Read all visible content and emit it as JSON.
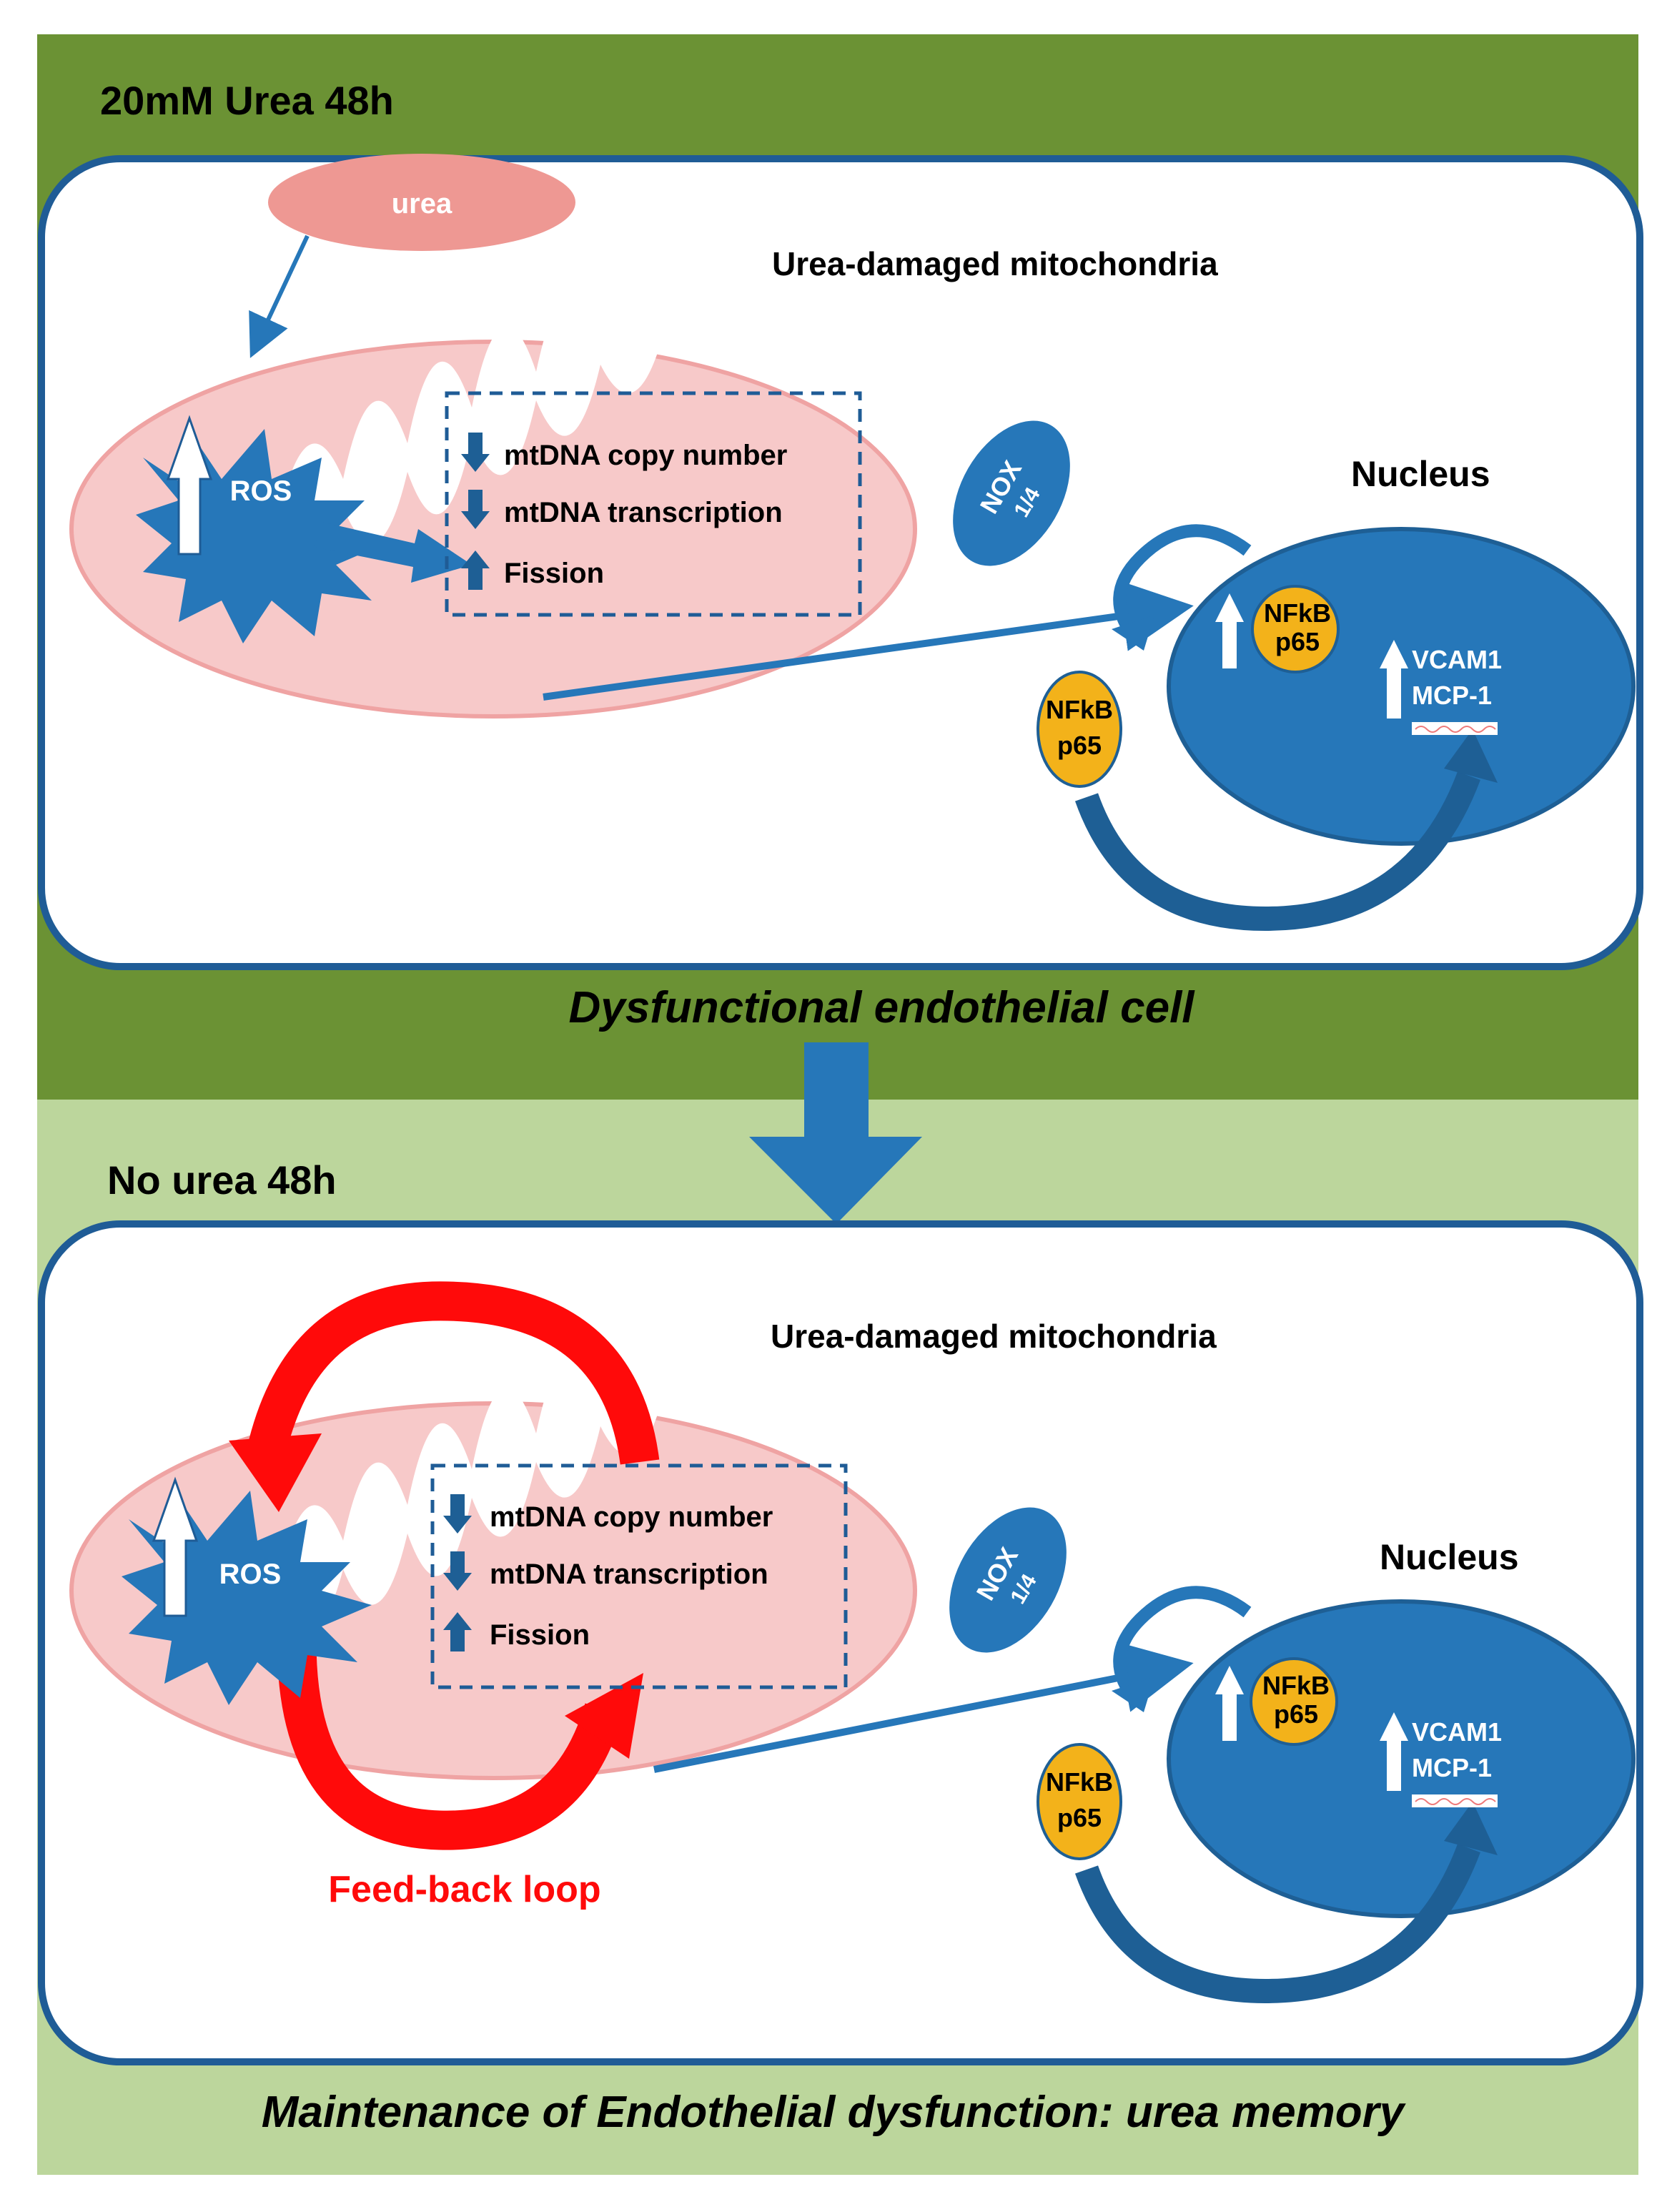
{
  "colors": {
    "top_bg": "#6B9234",
    "bottom_bg": "#BCD69C",
    "cell_border": "#1F5C96",
    "blue": "#2677B9",
    "dark_blue": "#1E5F95",
    "mito_fill": "#F7C9C9",
    "mito_border": "#EFA3A3",
    "urea_fill": "#EE9893",
    "nfkb_fill": "#F3B21A",
    "red": "#FF0A0A",
    "white": "#FFFFFF"
  },
  "top_panel": {
    "condition": "20mM Urea 48h",
    "urea": "urea",
    "mito_heading": "Urea-damaged mitochondria",
    "ros": "ROS",
    "box_items": [
      "mtDNA copy number",
      "mtDNA transcription",
      "Fission"
    ],
    "nox_line1": "NOX",
    "nox_line2": "1/4",
    "nucleus": "Nucleus",
    "nfkb_line1": "NFkB",
    "nfkb_line2": "p65",
    "gene1": "VCAM1",
    "gene2": "MCP-1",
    "caption": "Dysfunctional endothelial cell"
  },
  "bottom_panel": {
    "condition": "No urea 48h",
    "mito_heading": "Urea-damaged mitochondria",
    "ros": "ROS",
    "box_items": [
      "mtDNA copy number",
      "mtDNA transcription",
      "Fission"
    ],
    "nox_line1": "NOX",
    "nox_line2": "1/4",
    "nucleus": "Nucleus",
    "nfkb_line1": "NFkB",
    "nfkb_line2": "p65",
    "gene1": "VCAM1",
    "gene2": "MCP-1",
    "feedback": "Feed-back loop",
    "caption": "Maintenance of Endothelial dysfunction: urea memory"
  }
}
